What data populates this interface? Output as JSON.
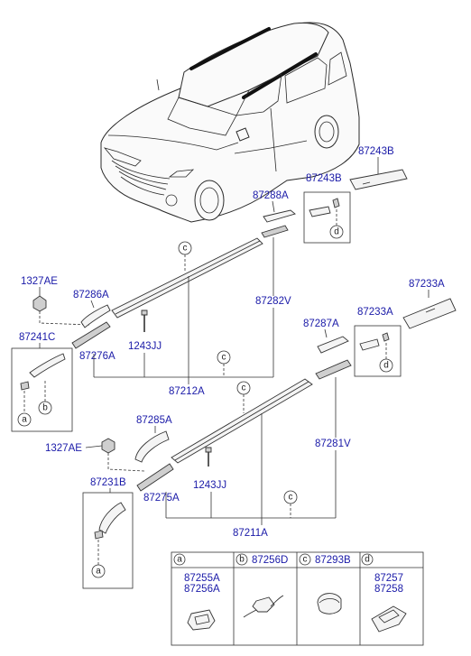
{
  "callouts": {
    "a": "a",
    "b": "b",
    "c": "c",
    "d": "d"
  },
  "parts": {
    "p87243B_right": "87243B",
    "p87243B_box": "87243B",
    "p87288A": "87288A",
    "p1327AE_top": "1327AE",
    "p87286A": "87286A",
    "p87241C": "87241C",
    "p87276A": "87276A",
    "p1243JJ_top": "1243JJ",
    "p87282V": "87282V",
    "p87212A": "87212A",
    "p87233A_right": "87233A",
    "p87233A_box": "87233A",
    "p87287A": "87287A",
    "p87285A": "87285A",
    "p1327AE_bottom": "1327AE",
    "p87231B": "87231B",
    "p87275A": "87275A",
    "p1243JJ_bottom": "1243JJ",
    "p87281V": "87281V",
    "p87211A": "87211A"
  },
  "legend": {
    "a": {
      "letter": "a",
      "parts": [
        "87255A",
        "87256A"
      ]
    },
    "b": {
      "letter": "b",
      "parts": [
        "87256D"
      ]
    },
    "c": {
      "letter": "c",
      "parts": [
        "87293B"
      ]
    },
    "d": {
      "letter": "d",
      "parts": [
        "87257",
        "87258"
      ]
    }
  }
}
